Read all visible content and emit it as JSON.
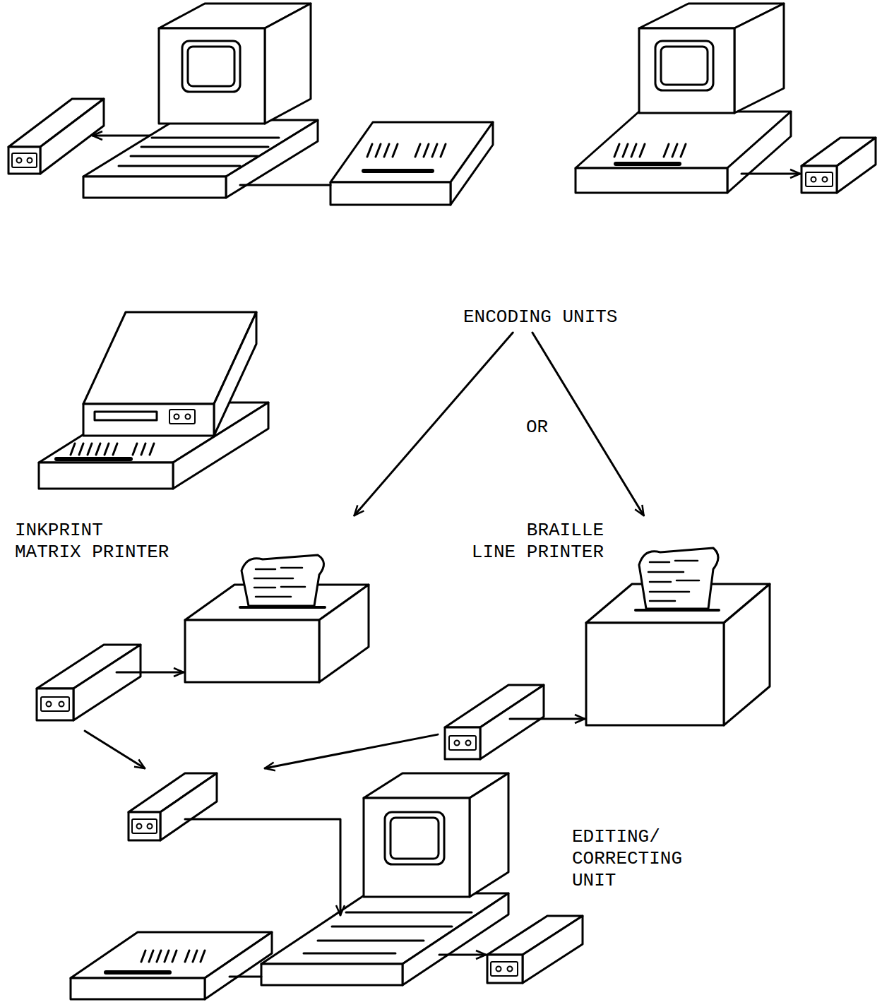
{
  "diagram": {
    "nodes": [
      {
        "text": [
          "ENCODING UNITS"
        ]
      },
      {
        "text": [
          "INKPRINT MATRIX PRINTER"
        ]
      },
      {
        "text": [
          "BRAILLE LINE PRINTER"
        ]
      },
      {
        "text": [
          "EDITING/ CORRECTING UNIT"
        ]
      }
    ],
    "edges": [
      {
        "from": 0,
        "to": 1,
        "arrow": "to"
      },
      {
        "from": 0,
        "to": 2,
        "arrow": "to"
      },
      {
        "from": 1,
        "to": 3,
        "arrow": "to"
      },
      {
        "from": 2,
        "to": 3,
        "arrow": "to"
      }
    ],
    "labels": [
      "OR"
    ]
  }
}
